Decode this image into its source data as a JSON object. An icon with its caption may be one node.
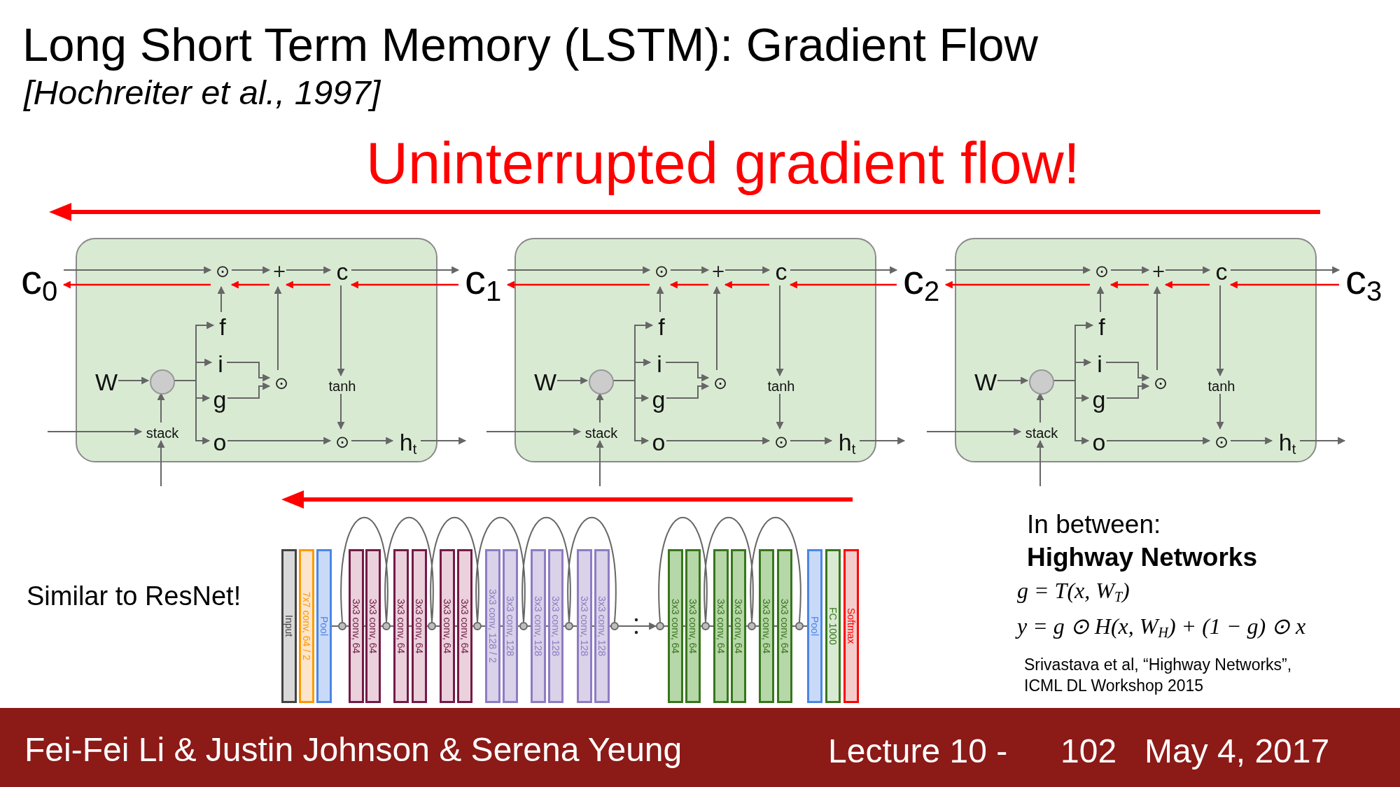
{
  "diagram": {
    "title": "Long Short Term Memory (LSTM): Gradient Flow",
    "nodes": [
      {
        "text": [
          "c$_{0}$"
        ]
      },
      {
        "text": [],
        "shape": "box"
      },
      {
        "text": [
          "⊙"
        ],
        "in": 1
      },
      {
        "text": [
          "+"
        ],
        "in": 1
      },
      {
        "text": [
          "c"
        ],
        "in": 1
      },
      {
        "text": [
          "f"
        ],
        "in": 1
      },
      {
        "text": [
          "i"
        ],
        "in": 1
      },
      {
        "text": [
          "W"
        ],
        "in": 1
      },
      {
        "text": [],
        "shape": "circle",
        "in": 1
      },
      {
        "text": [
          "⊙"
        ],
        "in": 1
      },
      {
        "text": [
          "tanh"
        ],
        "in": 1
      },
      {
        "text": [
          "g"
        ],
        "in": 1
      },
      {
        "text": [
          "stack"
        ],
        "in": 1
      },
      {
        "text": [
          "o"
        ],
        "in": 1
      },
      {
        "text": [
          "⊙"
        ],
        "in": 1
      },
      {
        "text": [
          "h$_{t}$"
        ],
        "in": 1
      },
      {
        "text": [
          "c$_{1}$"
        ]
      },
      {
        "text": [],
        "shape": "box"
      },
      {
        "text": [
          "⊙"
        ],
        "in": 17
      },
      {
        "text": [
          "+"
        ],
        "in": 17
      },
      {
        "text": [
          "c"
        ],
        "in": 17
      },
      {
        "text": [
          "f"
        ],
        "in": 17
      },
      {
        "text": [
          "i"
        ],
        "in": 17
      },
      {
        "text": [
          "W"
        ],
        "in": 17
      },
      {
        "text": [],
        "shape": "circle",
        "in": 17
      },
      {
        "text": [
          "⊙"
        ],
        "in": 17
      },
      {
        "text": [
          "tanh"
        ],
        "in": 17
      },
      {
        "text": [
          "g"
        ],
        "in": 17
      },
      {
        "text": [
          "stack"
        ],
        "in": 17
      },
      {
        "text": [
          "o"
        ],
        "in": 17
      },
      {
        "text": [
          "⊙"
        ],
        "in": 17
      },
      {
        "text": [
          "h$_{t}$"
        ],
        "in": 17
      },
      {
        "text": [
          "c$_{2}$"
        ]
      },
      {
        "text": [],
        "shape": "box"
      },
      {
        "text": [
          "⊙"
        ],
        "in": 33
      },
      {
        "text": [
          "+"
        ],
        "in": 33
      },
      {
        "text": [
          "c"
        ],
        "in": 33
      },
      {
        "text": [
          "f"
        ],
        "in": 33
      },
      {
        "text": [
          "i"
        ],
        "in": 33
      },
      {
        "text": [
          "W"
        ],
        "in": 33
      },
      {
        "text": [],
        "shape": "circle",
        "in": 33
      },
      {
        "text": [
          "⊙"
        ],
        "in": 33
      },
      {
        "text": [
          "tanh"
        ],
        "in": 33
      },
      {
        "text": [
          "g"
        ],
        "in": 33
      },
      {
        "text": [
          "stack"
        ],
        "in": 33
      },
      {
        "text": [
          "o"
        ],
        "in": 33
      },
      {
        "text": [
          "⊙"
        ],
        "in": 33
      },
      {
        "text": [
          "h$_{t}$"
        ],
        "in": 33
      },
      {
        "text": [
          "c$_{3}$"
        ]
      },
      {
        "text": [
          "Input"
        ]
      },
      {
        "text": [
          "7x7 conv, 64 / 2"
        ]
      },
      {
        "text": [
          "Pool"
        ]
      },
      {
        "text": [],
        "shape": "circle"
      },
      {
        "text": [
          "3x3 conv, 64"
        ]
      },
      {
        "text": [
          "3x3 conv, 64"
        ]
      },
      {
        "text": [],
        "shape": "circle"
      },
      {
        "text": [
          "3x3 conv, 64"
        ]
      },
      {
        "text": [
          "3x3 conv, 64"
        ]
      },
      {
        "text": [],
        "shape": "circle"
      },
      {
        "text": [
          "3x3 conv, 64"
        ]
      },
      {
        "text": [
          "3x3 conv, 64"
        ]
      },
      {
        "text": [],
        "shape": "circle"
      },
      {
        "text": [
          "3x3 conv, 128 / 2"
        ]
      },
      {
        "text": [
          "3x3 conv, 128"
        ]
      },
      {
        "text": [],
        "shape": "circle"
      },
      {
        "text": [
          "3x3 conv, 128"
        ]
      },
      {
        "text": [
          "3x3 conv, 128"
        ]
      },
      {
        "text": [],
        "shape": "circle"
      },
      {
        "text": [
          "3x3 conv, 128"
        ]
      },
      {
        "text": [
          "3x3 conv, 128"
        ]
      },
      {
        "text": [],
        "shape": "circle"
      },
      {
        "text": [],
        "shape": "circle"
      },
      {
        "text": [
          "3x3 conv, 64"
        ]
      },
      {
        "text": [
          "3x3 conv, 64"
        ]
      },
      {
        "text": [],
        "shape": "circle"
      },
      {
        "text": [
          "3x3 conv, 64"
        ]
      },
      {
        "text": [
          "3x3 conv, 64"
        ]
      },
      {
        "text": [],
        "shape": "circle"
      },
      {
        "text": [
          "3x3 conv, 64"
        ]
      },
      {
        "text": [
          "3x3 conv, 64"
        ]
      },
      {
        "text": [],
        "shape": "circle"
      },
      {
        "text": [
          "Pool"
        ]
      },
      {
        "text": [
          "FC 1000"
        ]
      },
      {
        "text": [
          "Softmax"
        ]
      }
    ],
    "edges": [
      {
        "from": 0,
        "to": 2,
        "arrow": "to"
      },
      {
        "from": 2,
        "to": 3,
        "arrow": "to"
      },
      {
        "from": 3,
        "to": 4,
        "arrow": "to"
      },
      {
        "from": 4,
        "to": 16,
        "arrow": "to"
      },
      {
        "from": 5,
        "to": 2,
        "arrow": "to"
      },
      {
        "from": 8,
        "to": 5,
        "arrow": "to"
      },
      {
        "from": 8,
        "to": 6,
        "arrow": "to"
      },
      {
        "from": 8,
        "to": 11,
        "arrow": "to"
      },
      {
        "from": 8,
        "to": 13,
        "arrow": "to"
      },
      {
        "from": 7,
        "to": 8,
        "arrow": "to"
      },
      {
        "from": 12,
        "to": 8,
        "arrow": "to"
      },
      {
        "from": null,
        "to": 12,
        "arrow": "to"
      },
      {
        "from": null,
        "to": 12,
        "arrow": "to"
      },
      {
        "from": 6,
        "to": 9,
        "arrow": "to"
      },
      {
        "from": 11,
        "to": 9,
        "arrow": "to"
      },
      {
        "from": 9,
        "to": 3,
        "arrow": "to"
      },
      {
        "from": 4,
        "to": 10,
        "arrow": "to"
      },
      {
        "from": 10,
        "to": 14,
        "arrow": "to"
      },
      {
        "from": 13,
        "to": 14,
        "arrow": "to"
      },
      {
        "from": 14,
        "to": 15,
        "arrow": "to"
      },
      {
        "from": 15,
        "to": null,
        "arrow": "to"
      },
      {
        "from": 16,
        "to": 4,
        "arrow": "to",
        "color": "#ff0000"
      },
      {
        "from": 4,
        "to": 3,
        "arrow": "to",
        "color": "#ff0000"
      },
      {
        "from": 3,
        "to": 2,
        "arrow": "to",
        "color": "#ff0000"
      },
      {
        "from": 2,
        "to": 0,
        "arrow": "to",
        "color": "#ff0000"
      },
      {
        "from": 16,
        "to": 18,
        "arrow": "to"
      },
      {
        "from": 18,
        "to": 19,
        "arrow": "to"
      },
      {
        "from": 19,
        "to": 20,
        "arrow": "to"
      },
      {
        "from": 20,
        "to": 32,
        "arrow": "to"
      },
      {
        "from": 21,
        "to": 18,
        "arrow": "to"
      },
      {
        "from": 24,
        "to": 21,
        "arrow": "to"
      },
      {
        "from": 24,
        "to": 22,
        "arrow": "to"
      },
      {
        "from": 24,
        "to": 27,
        "arrow": "to"
      },
      {
        "from": 24,
        "to": 29,
        "arrow": "to"
      },
      {
        "from": 23,
        "to": 24,
        "arrow": "to"
      },
      {
        "from": 28,
        "to": 24,
        "arrow": "to"
      },
      {
        "from": null,
        "to": 28,
        "arrow": "to"
      },
      {
        "from": null,
        "to": 28,
        "arrow": "to"
      },
      {
        "from": 22,
        "to": 25,
        "arrow": "to"
      },
      {
        "from": 27,
        "to": 25,
        "arrow": "to"
      },
      {
        "from": 25,
        "to": 19,
        "arrow": "to"
      },
      {
        "from": 20,
        "to": 26,
        "arrow": "to"
      },
      {
        "from": 26,
        "to": 30,
        "arrow": "to"
      },
      {
        "from": 29,
        "to": 30,
        "arrow": "to"
      },
      {
        "from": 30,
        "to": 31,
        "arrow": "to"
      },
      {
        "from": 31,
        "to": null,
        "arrow": "to"
      },
      {
        "from": 32,
        "to": 20,
        "arrow": "to",
        "color": "#ff0000"
      },
      {
        "from": 20,
        "to": 19,
        "arrow": "to",
        "color": "#ff0000"
      },
      {
        "from": 19,
        "to": 18,
        "arrow": "to",
        "color": "#ff0000"
      },
      {
        "from": 18,
        "to": 16,
        "arrow": "to",
        "color": "#ff0000"
      },
      {
        "from": 32,
        "to": 34,
        "arrow": "to"
      },
      {
        "from": 34,
        "to": 35,
        "arrow": "to"
      },
      {
        "from": 35,
        "to": 36,
        "arrow": "to"
      },
      {
        "from": 36,
        "to": 48,
        "arrow": "to"
      },
      {
        "from": 37,
        "to": 34,
        "arrow": "to"
      },
      {
        "from": 40,
        "to": 37,
        "arrow": "to"
      },
      {
        "from": 40,
        "to": 38,
        "arrow": "to"
      },
      {
        "from": 40,
        "to": 43,
        "arrow": "to"
      },
      {
        "from": 40,
        "to": 45,
        "arrow": "to"
      },
      {
        "from": 39,
        "to": 40,
        "arrow": "to"
      },
      {
        "from": 44,
        "to": 40,
        "arrow": "to"
      },
      {
        "from": null,
        "to": 44,
        "arrow": "to"
      },
      {
        "from": null,
        "to": 44,
        "arrow": "to"
      },
      {
        "from": 38,
        "to": 41,
        "arrow": "to"
      },
      {
        "from": 43,
        "to": 41,
        "arrow": "to"
      },
      {
        "from": 41,
        "to": 35,
        "arrow": "to"
      },
      {
        "from": 36,
        "to": 42,
        "arrow": "to"
      },
      {
        "from": 42,
        "to": 46,
        "arrow": "to"
      },
      {
        "from": 45,
        "to": 46,
        "arrow": "to"
      },
      {
        "from": 46,
        "to": 47,
        "arrow": "to"
      },
      {
        "from": 47,
        "to": null,
        "arrow": "to"
      },
      {
        "from": 48,
        "to": 36,
        "arrow": "to",
        "color": "#ff0000"
      },
      {
        "from": 36,
        "to": 35,
        "arrow": "to",
        "color": "#ff0000"
      },
      {
        "from": 35,
        "to": 34,
        "arrow": "to",
        "color": "#ff0000"
      },
      {
        "from": 34,
        "to": 32,
        "arrow": "to",
        "color": "#ff0000"
      },
      {
        "from": 51,
        "to": 52,
        "arrow": "none"
      },
      {
        "from": 52,
        "to": 55,
        "arrow": "none"
      },
      {
        "from": 55,
        "to": 58,
        "arrow": "none"
      },
      {
        "from": 58,
        "to": 61,
        "arrow": "none"
      },
      {
        "from": 61,
        "to": 64,
        "arrow": "none"
      },
      {
        "from": 64,
        "to": 67,
        "arrow": "none"
      },
      {
        "from": 67,
        "to": 70,
        "arrow": "none"
      },
      {
        "from": 70,
        "to": 71,
        "arrow": "to"
      },
      {
        "from": 71,
        "to": 74,
        "arrow": "none"
      },
      {
        "from": 74,
        "to": 77,
        "arrow": "none"
      },
      {
        "from": 77,
        "to": 80,
        "arrow": "none"
      },
      {
        "from": 80,
        "to": 81,
        "arrow": "none"
      },
      {
        "from": 52,
        "to": 55,
        "arrow": "none"
      },
      {
        "from": 55,
        "to": 58,
        "arrow": "none"
      },
      {
        "from": 58,
        "to": 61,
        "arrow": "none"
      },
      {
        "from": 61,
        "to": 64,
        "arrow": "none"
      },
      {
        "from": 64,
        "to": 67,
        "arrow": "none"
      },
      {
        "from": 67,
        "to": 70,
        "arrow": "none"
      },
      {
        "from": 71,
        "to": 74,
        "arrow": "none"
      },
      {
        "from": 74,
        "to": 77,
        "arrow": "none"
      },
      {
        "from": 77,
        "to": 80,
        "arrow": "none"
      }
    ],
    "labels": [
      "[Hochreiter et al., 1997]",
      "Uninterrupted gradient flow!",
      "Similar to ResNet!",
      "In between:",
      "Highway Networks",
      "g = T(x, W$_{T}$)",
      "y = g ⊙ H(x, W$_{H}$) + (1 − g) ⊙ x",
      "Srivastava et al, “Highway Networks”, ICML DL Workshop 2015",
      "Fei-Fei Li & Justin Johnson & Serena Yeung",
      "Lecture 10 -",
      "102",
      "May 4, 2017"
    ]
  }
}
